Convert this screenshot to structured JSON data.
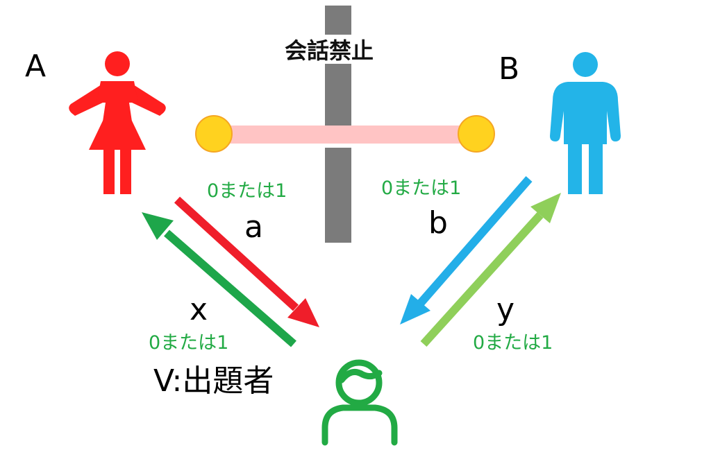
{
  "labels": {
    "person_a": "A",
    "person_b": "B",
    "no_talking": "会話禁止",
    "value_a": "0または1",
    "value_b": "0または1",
    "value_x": "0または1",
    "value_y": "0または1",
    "arrow_a": "a",
    "arrow_b": "b",
    "arrow_x": "x",
    "arrow_y": "y",
    "questioner": "V:出題者"
  },
  "colors": {
    "person_a": "#ff1f1f",
    "person_b": "#23b4e8",
    "questioner": "#22aa44",
    "arrow_a": "#ef1e2a",
    "arrow_b": "#23aee8",
    "arrow_x": "#1ea64a",
    "arrow_y": "#8fcf5a",
    "wall": "#7b7b7b",
    "rope": "#ffc4c4",
    "rope_knob": "#ffd21f",
    "value_text": "#22aa44"
  },
  "icons": {
    "person_a": "woman-icon",
    "person_b": "man-icon",
    "questioner": "user-icon"
  }
}
